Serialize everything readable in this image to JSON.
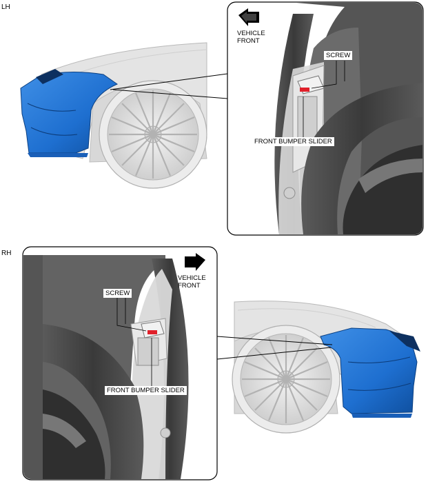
{
  "diagram": {
    "lh": {
      "side_label": "LH",
      "direction_line1": "VEHICLE",
      "direction_line2": "FRONT",
      "screw_label": "SCREW",
      "slider_label": "FRONT BUMPER SLIDER"
    },
    "rh": {
      "side_label": "RH",
      "direction_line1": "VEHICLE",
      "direction_line2": "FRONT",
      "screw_label": "SCREW",
      "slider_label": "FRONT BUMPER SLIDER"
    },
    "colors": {
      "bumper_blue": "#1e6fd0",
      "tire_dark": "#4a4a4a",
      "body_gray": "#e4e4e4",
      "highlight_red": "#e0202a",
      "arrow_black": "#000000"
    }
  }
}
